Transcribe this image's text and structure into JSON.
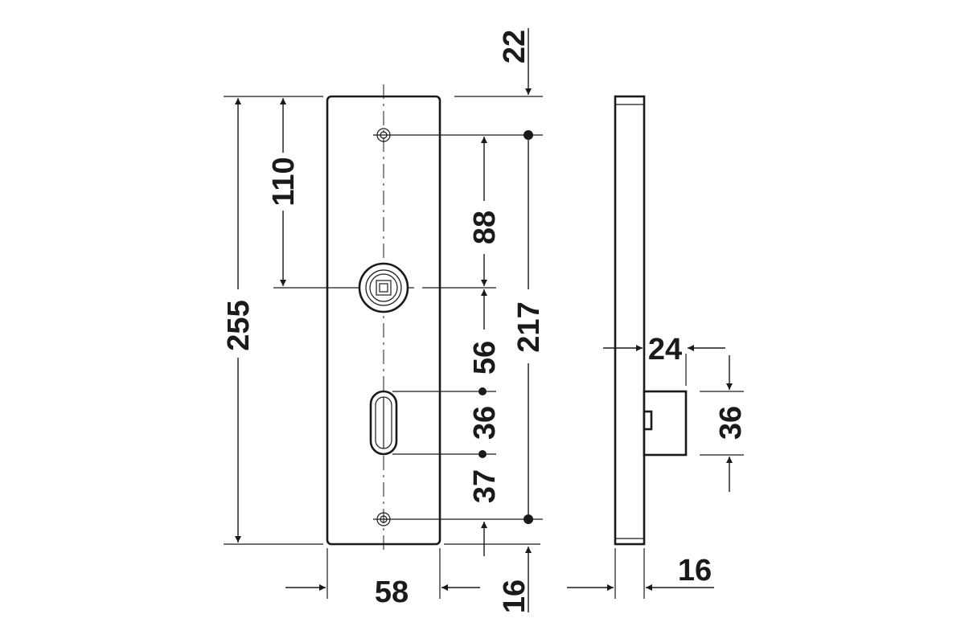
{
  "dimensions": {
    "total_height": "255",
    "top_to_spindle": "110",
    "screw_to_spindle": "88",
    "spindle_to_keyhole": "56",
    "keyhole_length": "36",
    "keyhole_to_screw": "37",
    "screw_spacing": "217",
    "top_offset": "22",
    "plate_width": "58",
    "bottom_offset": "16",
    "plate_thickness": "16",
    "projection": "24",
    "latch_height": "36"
  },
  "colors": {
    "line": "#1a1a1a",
    "background": "#ffffff"
  }
}
